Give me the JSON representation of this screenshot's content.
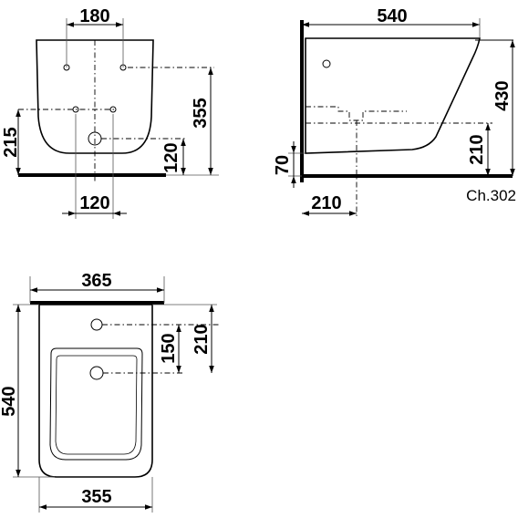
{
  "dimensions": {
    "front_inlet_spacing": "180",
    "front_height": "355",
    "front_bracket_height": "215",
    "front_outlet_height": "120",
    "front_outlet_spacing": "120",
    "side_depth": "540",
    "side_height": "430",
    "side_outlet_height": "210",
    "side_floor_offset": "70",
    "side_wall_offset": "210",
    "top_width": "365",
    "top_length": "540",
    "top_hole_distance": "150",
    "top_hole_distance_outer": "210",
    "top_bottom_width": "355"
  },
  "model_code": "Ch.302"
}
